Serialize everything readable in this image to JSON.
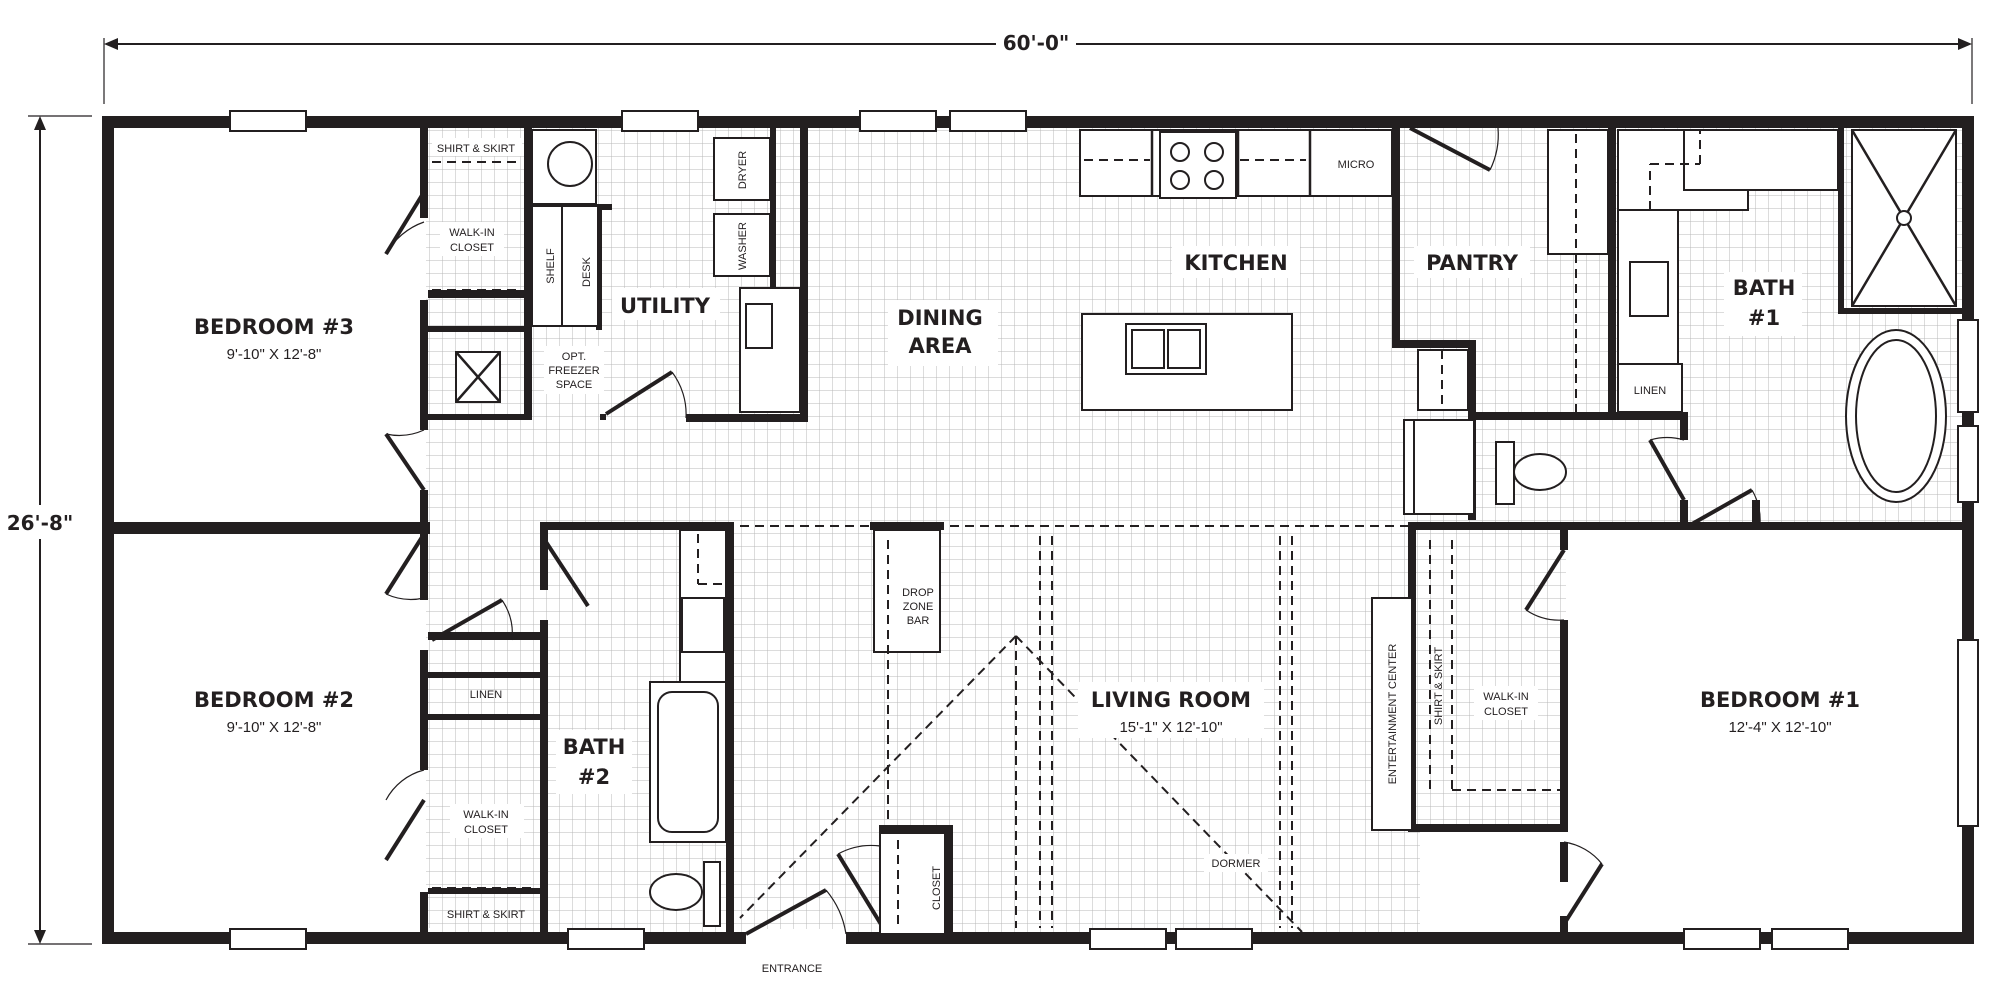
{
  "dimensions": {
    "width": "60'-0\"",
    "depth": "26'-8\""
  },
  "rooms": {
    "bedroom3": {
      "name": "BEDROOM #3",
      "size": "9'-10\" X 12'-8\""
    },
    "bedroom2": {
      "name": "BEDROOM #2",
      "size": "9'-10\" X 12'-8\""
    },
    "bedroom1": {
      "name": "BEDROOM #1",
      "size": "12'-4\" X 12'-10\""
    },
    "living": {
      "name": "LIVING ROOM",
      "size": "15'-1\" X 12'-10\""
    },
    "utility": {
      "name": "UTILITY"
    },
    "dining": {
      "line1": "DINING",
      "line2": "AREA"
    },
    "kitchen": {
      "name": "KITCHEN"
    },
    "pantry": {
      "name": "PANTRY"
    },
    "bath1": {
      "line1": "BATH",
      "line2": "#1"
    },
    "bath2": {
      "line1": "BATH",
      "line2": "#2"
    }
  },
  "labels": {
    "shirt_skirt_top": "SHIRT & SKIRT",
    "walkin3_line1": "WALK-IN",
    "walkin3_line2": "CLOSET",
    "shelf": "SHELF",
    "desk": "DESK",
    "dryer": "DRYER",
    "washer": "WASHER",
    "freezer_line1": "OPT.",
    "freezer_line2": "FREEZER",
    "freezer_line3": "SPACE",
    "micro": "MICRO",
    "linen_bath1": "LINEN",
    "linen_bath2": "LINEN",
    "walkin2_line1": "WALK-IN",
    "walkin2_line2": "CLOSET",
    "shirt_skirt_bottom": "SHIRT & SKIRT",
    "drop_line1": "DROP",
    "drop_line2": "ZONE",
    "drop_line3": "BAR",
    "closet": "CLOSET",
    "dormer": "DORMER",
    "entertainment": "ENTERTAINMENT CENTER",
    "shirt_skirt_bed1": "SHIRT & SKIRT",
    "walkin1_line1": "WALK-IN",
    "walkin1_line2": "CLOSET",
    "entrance": "ENTRANCE"
  },
  "colors": {
    "ink": "#231f20",
    "background": "#ffffff",
    "grid": "#b8b8b8"
  },
  "icons": [
    "range-icon",
    "sink-icon",
    "toilet-icon",
    "tub-icon",
    "shower-icon",
    "water-heater-icon",
    "furnace-icon"
  ]
}
